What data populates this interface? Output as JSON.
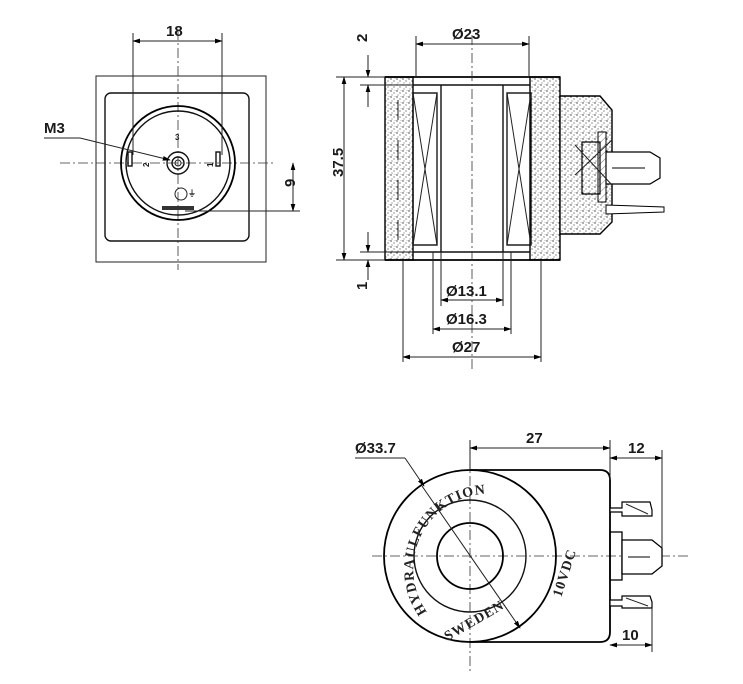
{
  "title": "",
  "front_view": {
    "dims": {
      "width": "18",
      "offset": "9",
      "thread": "M3"
    },
    "pin_labels": {
      "pin3": "3",
      "pin2": "2",
      "pin1": "1",
      "ground": "⏚"
    }
  },
  "section_view": {
    "dims": {
      "top": "2",
      "height": "37.5",
      "bottom": "1",
      "outer_dia": "Ø23",
      "bore_dia": "Ø13.1",
      "tube_dia": "Ø16.3",
      "body_dia": "Ø27"
    }
  },
  "side_view": {
    "dims": {
      "dia": "Ø33.7",
      "length": "27",
      "connector": "12",
      "pin": "10"
    },
    "marking": {
      "brand": "HYDRAULFUNKTION",
      "origin": "SWEDEN",
      "voltage": "10VDC"
    }
  }
}
